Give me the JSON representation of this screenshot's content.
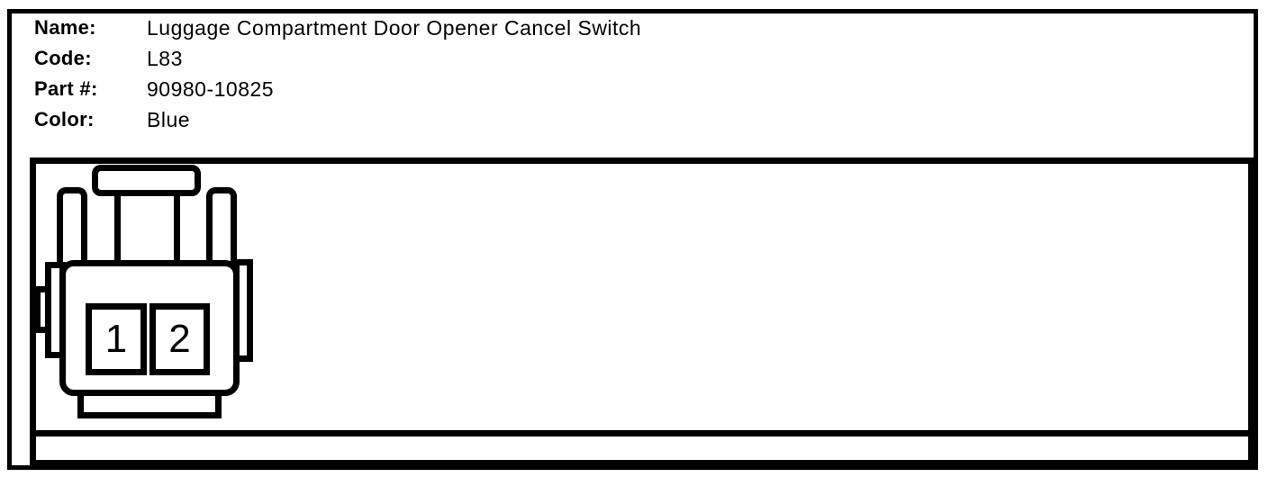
{
  "page": {
    "background_color": "#ffffff",
    "line_color": "#000000"
  },
  "header": {
    "fields": [
      {
        "label": "Name:",
        "value": "Luggage Compartment Door Opener Cancel Switch"
      },
      {
        "label": "Code:",
        "value": "L83"
      },
      {
        "label": "Part #:",
        "value": "90980-10825"
      },
      {
        "label": "Color:",
        "value": "Blue"
      }
    ]
  },
  "diagram": {
    "type": "connector-front-view",
    "cavity_count": 2,
    "pins": [
      {
        "number": "1"
      },
      {
        "number": "2"
      }
    ]
  }
}
